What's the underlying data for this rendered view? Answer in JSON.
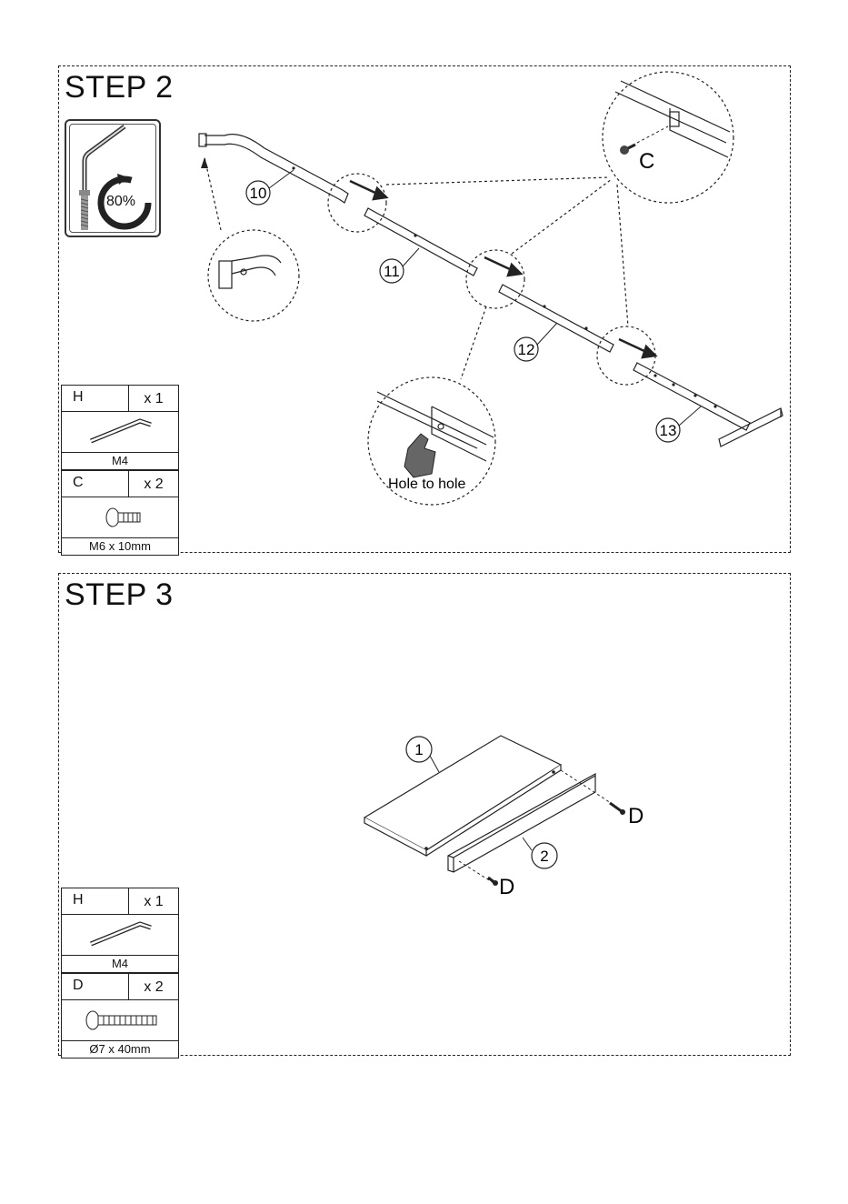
{
  "step2": {
    "title": "STEP 2",
    "badge_percent": "80%",
    "labels": {
      "part10": "10",
      "part11": "11",
      "part12": "12",
      "part13": "13",
      "screw_c": "C",
      "hole_to_hole": "Hole to hole"
    },
    "parts": [
      {
        "code": "H",
        "qty": "x 1",
        "size": "M4",
        "icon": "allen-key-icon"
      },
      {
        "code": "C",
        "qty": "x 2",
        "size": "M6 x 10mm",
        "icon": "bolt-icon"
      }
    ]
  },
  "step3": {
    "title": "STEP 3",
    "labels": {
      "part1": "1",
      "part2": "2",
      "screw_d_top": "D",
      "screw_d_bottom": "D"
    },
    "parts": [
      {
        "code": "H",
        "qty": "x 1",
        "size": "M4",
        "icon": "allen-key-icon"
      },
      {
        "code": "D",
        "qty": "x 2",
        "size": "Ø7 x 40mm",
        "icon": "screw-icon"
      }
    ]
  }
}
